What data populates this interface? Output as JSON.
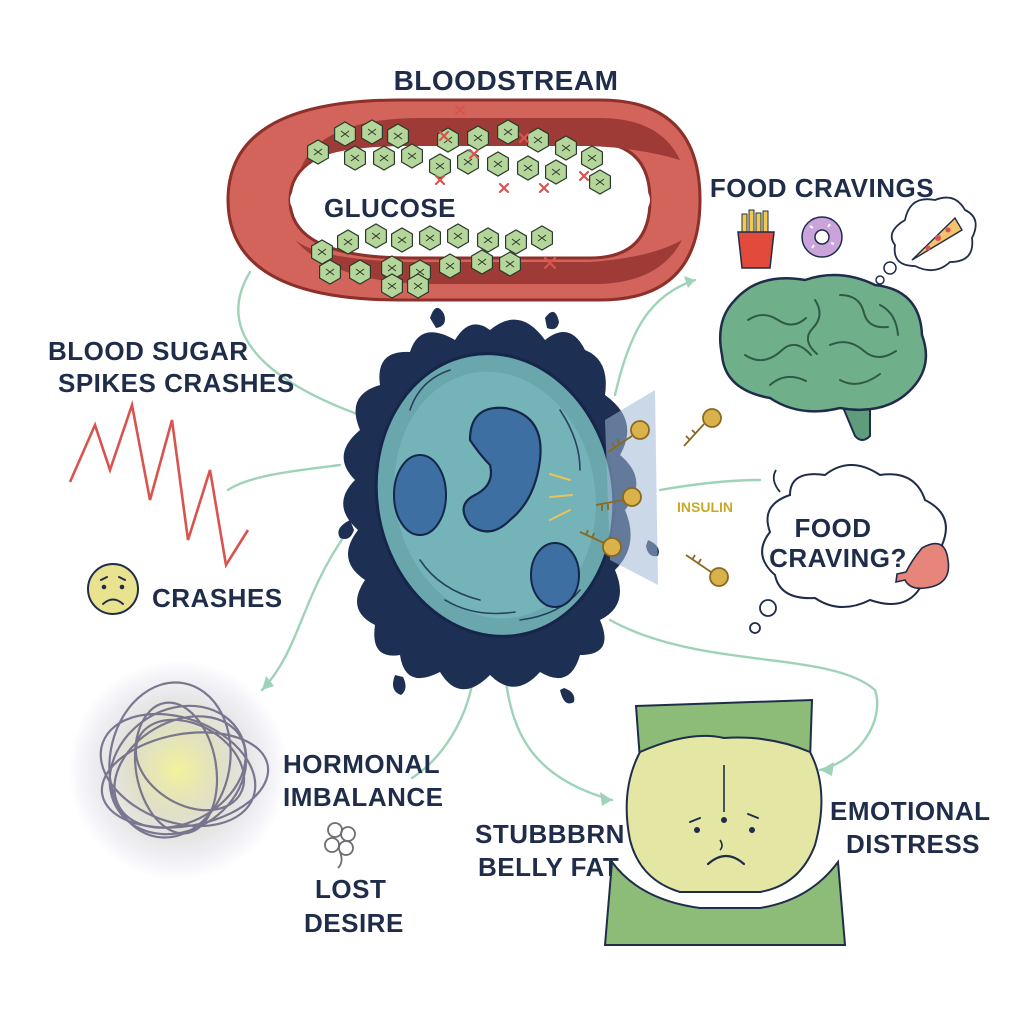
{
  "labels": {
    "bloodstream": "BLOODSTREAM",
    "glucose": "GLUCOSE",
    "food_cravings": "FOOD CRAVINGS",
    "blood_sugar_line1": "BLOOD SUGAR",
    "blood_sugar_line2": "SPIKES CRASHES",
    "crashes": "CRASHES",
    "insulin": "INSULIN",
    "food_craving_q_line1": "FOOD",
    "food_craving_q_line2": "CRAVING?",
    "hormonal_line1": "HORMONAL",
    "hormonal_line2": "IMBALANCE",
    "lost_desire_line1": "LOST",
    "lost_desire_line2": "DESIRE",
    "belly_fat_line1": "STUBBBRN",
    "belly_fat_line2": "BELLY FAT",
    "emotional_line1": "EMOTIONAL",
    "emotional_line2": "DISTRESS"
  },
  "colors": {
    "vessel": "#d2645c",
    "vessel_dark": "#b3463f",
    "glucose_cell": "#b5d69a",
    "cell_body": "#6aa7ad",
    "cell_splash": "#1d2f52",
    "brain": "#6fb08a",
    "arrow": "#9fd3b8",
    "key": "#c9a23c",
    "spike": "#d9534f",
    "belly": "#e4e7a4",
    "shirt": "#8dbb78"
  },
  "icons": [
    "fries-icon",
    "donut-icon",
    "pizza-icon",
    "brain-icon",
    "key-icon",
    "stomach-icon",
    "sad-face-icon",
    "flower-icon",
    "tangled-energy-icon",
    "cell-icon"
  ]
}
